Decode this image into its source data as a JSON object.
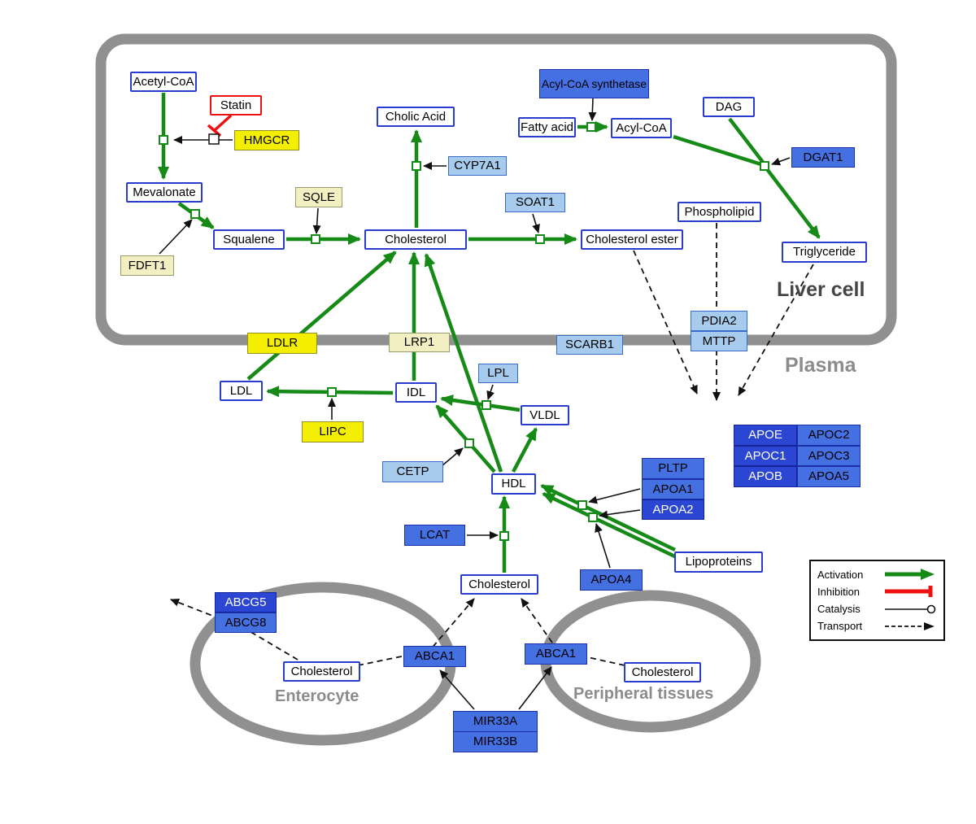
{
  "compartments": {
    "liver": "Liver cell",
    "plasma": "Plasma",
    "enterocyte": "Enterocyte",
    "peripheral": "Peripheral tissues"
  },
  "nodes": {
    "acetyl_coa": {
      "label": "Acetyl-CoA"
    },
    "statin": {
      "label": "Statin"
    },
    "hmgcr": {
      "label": "HMGCR"
    },
    "mevalonate": {
      "label": "Mevalonate"
    },
    "sqle": {
      "label": "SQLE"
    },
    "fdft1": {
      "label": "FDFT1"
    },
    "squalene": {
      "label": "Squalene"
    },
    "cholesterol_liver": {
      "label": "Cholesterol"
    },
    "cholic_acid": {
      "label": "Cholic Acid"
    },
    "cyp7a1": {
      "label": "CYP7A1"
    },
    "soat1": {
      "label": "SOAT1"
    },
    "cholesterol_ester": {
      "label": "Cholesterol ester"
    },
    "acyl_coa_synthetase": {
      "label": "Acyl-CoA synthetase"
    },
    "fatty_acid": {
      "label": "Fatty acid"
    },
    "acyl_coa": {
      "label": "Acyl-CoA"
    },
    "dag": {
      "label": "DAG"
    },
    "dgat1": {
      "label": "DGAT1"
    },
    "phospholipid": {
      "label": "Phospholipid"
    },
    "triglyceride": {
      "label": "Triglyceride"
    },
    "ldlr": {
      "label": "LDLR"
    },
    "lrp1": {
      "label": "LRP1"
    },
    "scarb1": {
      "label": "SCARB1"
    },
    "pdia2": {
      "label": "PDIA2"
    },
    "mttp": {
      "label": "MTTP"
    },
    "ldl": {
      "label": "LDL"
    },
    "idl": {
      "label": "IDL"
    },
    "lpl": {
      "label": "LPL"
    },
    "vldl": {
      "label": "VLDL"
    },
    "lipc": {
      "label": "LIPC"
    },
    "cetp": {
      "label": "CETP"
    },
    "hdl": {
      "label": "HDL"
    },
    "pltp": {
      "label": "PLTP"
    },
    "apoa1": {
      "label": "APOA1"
    },
    "apoa2": {
      "label": "APOA2"
    },
    "lcat": {
      "label": "LCAT"
    },
    "apoa4": {
      "label": "APOA4"
    },
    "lipoproteins": {
      "label": "Lipoproteins"
    },
    "apoe": {
      "label": "APOE"
    },
    "apoc2": {
      "label": "APOC2"
    },
    "apoc1": {
      "label": "APOC1"
    },
    "apoc3": {
      "label": "APOC3"
    },
    "apob": {
      "label": "APOB"
    },
    "apoa5": {
      "label": "APOA5"
    },
    "cholesterol_plasma": {
      "label": "Cholesterol"
    },
    "abcg5": {
      "label": "ABCG5"
    },
    "abcg8": {
      "label": "ABCG8"
    },
    "cholesterol_enterocyte": {
      "label": "Cholesterol"
    },
    "abca1_enterocyte": {
      "label": "ABCA1"
    },
    "abca1_peripheral": {
      "label": "ABCA1"
    },
    "cholesterol_peripheral": {
      "label": "Cholesterol"
    },
    "mir33a": {
      "label": "MIR33A"
    },
    "mir33b": {
      "label": "MIR33B"
    }
  },
  "legend": {
    "activation": "Activation",
    "inhibition": "Inhibition",
    "catalysis": "Catalysis",
    "transport": "Transport"
  },
  "colors": {
    "activation_green": "#168a16",
    "inhibition_red": "#ee1111",
    "metabolite_border": "#2a3ccd",
    "gene_yellow": "#f4ee00",
    "gene_pale_yellow": "#f2efc2",
    "gene_light_blue": "#a7cbec",
    "gene_blue": "#4470e2",
    "gene_blue_dark": "#2b46d2",
    "membrane_gray": "#909090"
  }
}
